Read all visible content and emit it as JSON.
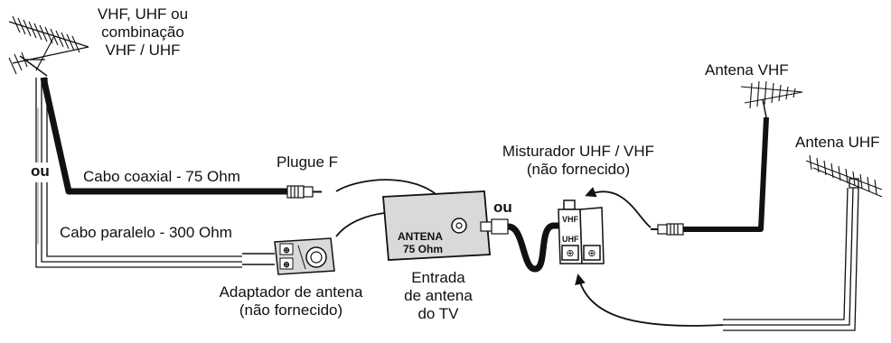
{
  "labels": {
    "antenna_combo": [
      "VHF, UHF ou",
      "combinação",
      "VHF / UHF"
    ],
    "or_left": "ou",
    "coax_cable": "Cabo coaxial - 75 Ohm",
    "f_plug": "Plugue F",
    "parallel_cable": "Cabo paralelo - 300 Ohm",
    "adapter": [
      "Adaptador de antena",
      "(não fornecido)"
    ],
    "tv_box_title": "ANTENA",
    "tv_box_ohm": "75 Ohm",
    "tv_input": [
      "Entrada",
      "de antena",
      "do TV"
    ],
    "or_right": "ou",
    "mixer": [
      "Misturador UHF / VHF",
      "(não fornecido)"
    ],
    "mixer_vhf": "VHF",
    "mixer_uhf": "UHF",
    "vhf_antenna": "Antena VHF",
    "uhf_antenna": "Antena UHF"
  },
  "colors": {
    "line": "#111111",
    "panel": "#d9d9d9"
  }
}
